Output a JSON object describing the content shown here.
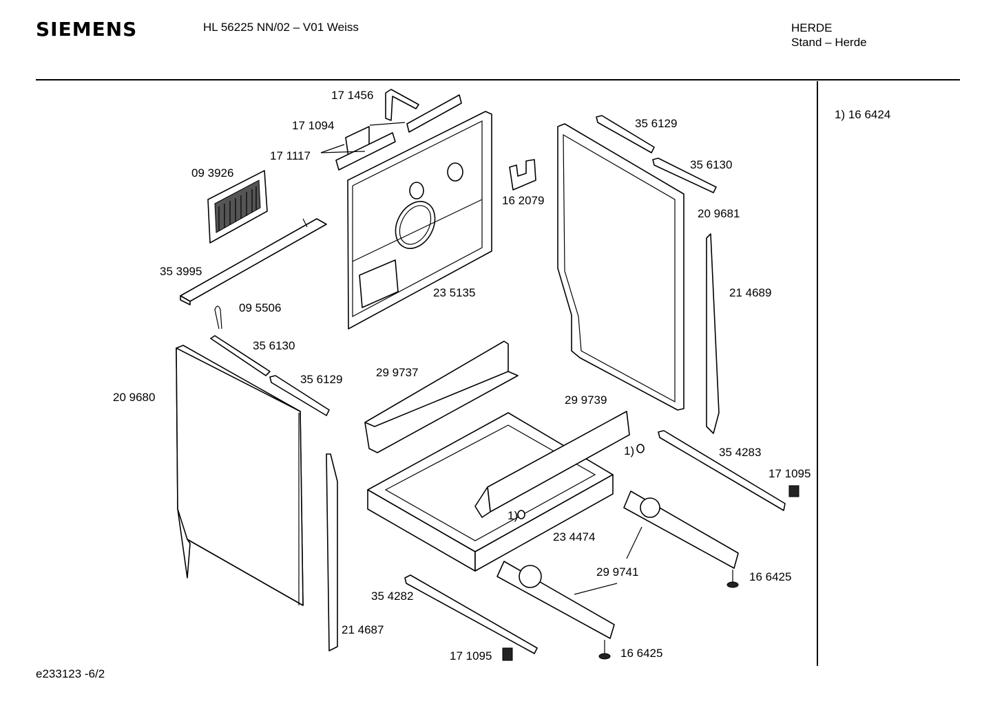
{
  "header": {
    "brand": "SIEMENS",
    "model": "HL 56225 NN/02 – V01 Weiss",
    "category": "HERDE",
    "subcategory": "Stand – Herde"
  },
  "footnote": "1) 16 6424",
  "footer_code": "e233123 -6/2",
  "parts": [
    {
      "id": "171456",
      "label": "17 1456"
    },
    {
      "id": "171094",
      "label": "17 1094"
    },
    {
      "id": "171117",
      "label": "17 1117"
    },
    {
      "id": "093926",
      "label": "09 3926"
    },
    {
      "id": "353995",
      "label": "35 3995"
    },
    {
      "id": "095506",
      "label": "09 5506"
    },
    {
      "id": "235135",
      "label": "23 5135"
    },
    {
      "id": "162079",
      "label": "16 2079"
    },
    {
      "id": "356129a",
      "label": "35 6129"
    },
    {
      "id": "356130a",
      "label": "35 6130"
    },
    {
      "id": "209681",
      "label": "20 9681"
    },
    {
      "id": "214689",
      "label": "21 4689"
    },
    {
      "id": "356130b",
      "label": "35 6130"
    },
    {
      "id": "356129b",
      "label": "35 6129"
    },
    {
      "id": "209680",
      "label": "20 9680"
    },
    {
      "id": "299737",
      "label": "29 9737"
    },
    {
      "id": "299739",
      "label": "29 9739"
    },
    {
      "id": "note1a",
      "label": "1)"
    },
    {
      "id": "354283",
      "label": "35 4283"
    },
    {
      "id": "171095a",
      "label": "17 1095"
    },
    {
      "id": "note1b",
      "label": "1)"
    },
    {
      "id": "234474",
      "label": "23 4474"
    },
    {
      "id": "299741",
      "label": "29 9741"
    },
    {
      "id": "166425a",
      "label": "16 6425"
    },
    {
      "id": "354282",
      "label": "35 4282"
    },
    {
      "id": "214687",
      "label": "21 4687"
    },
    {
      "id": "171095b",
      "label": "17 1095"
    },
    {
      "id": "166425b",
      "label": "16 6425"
    }
  ]
}
